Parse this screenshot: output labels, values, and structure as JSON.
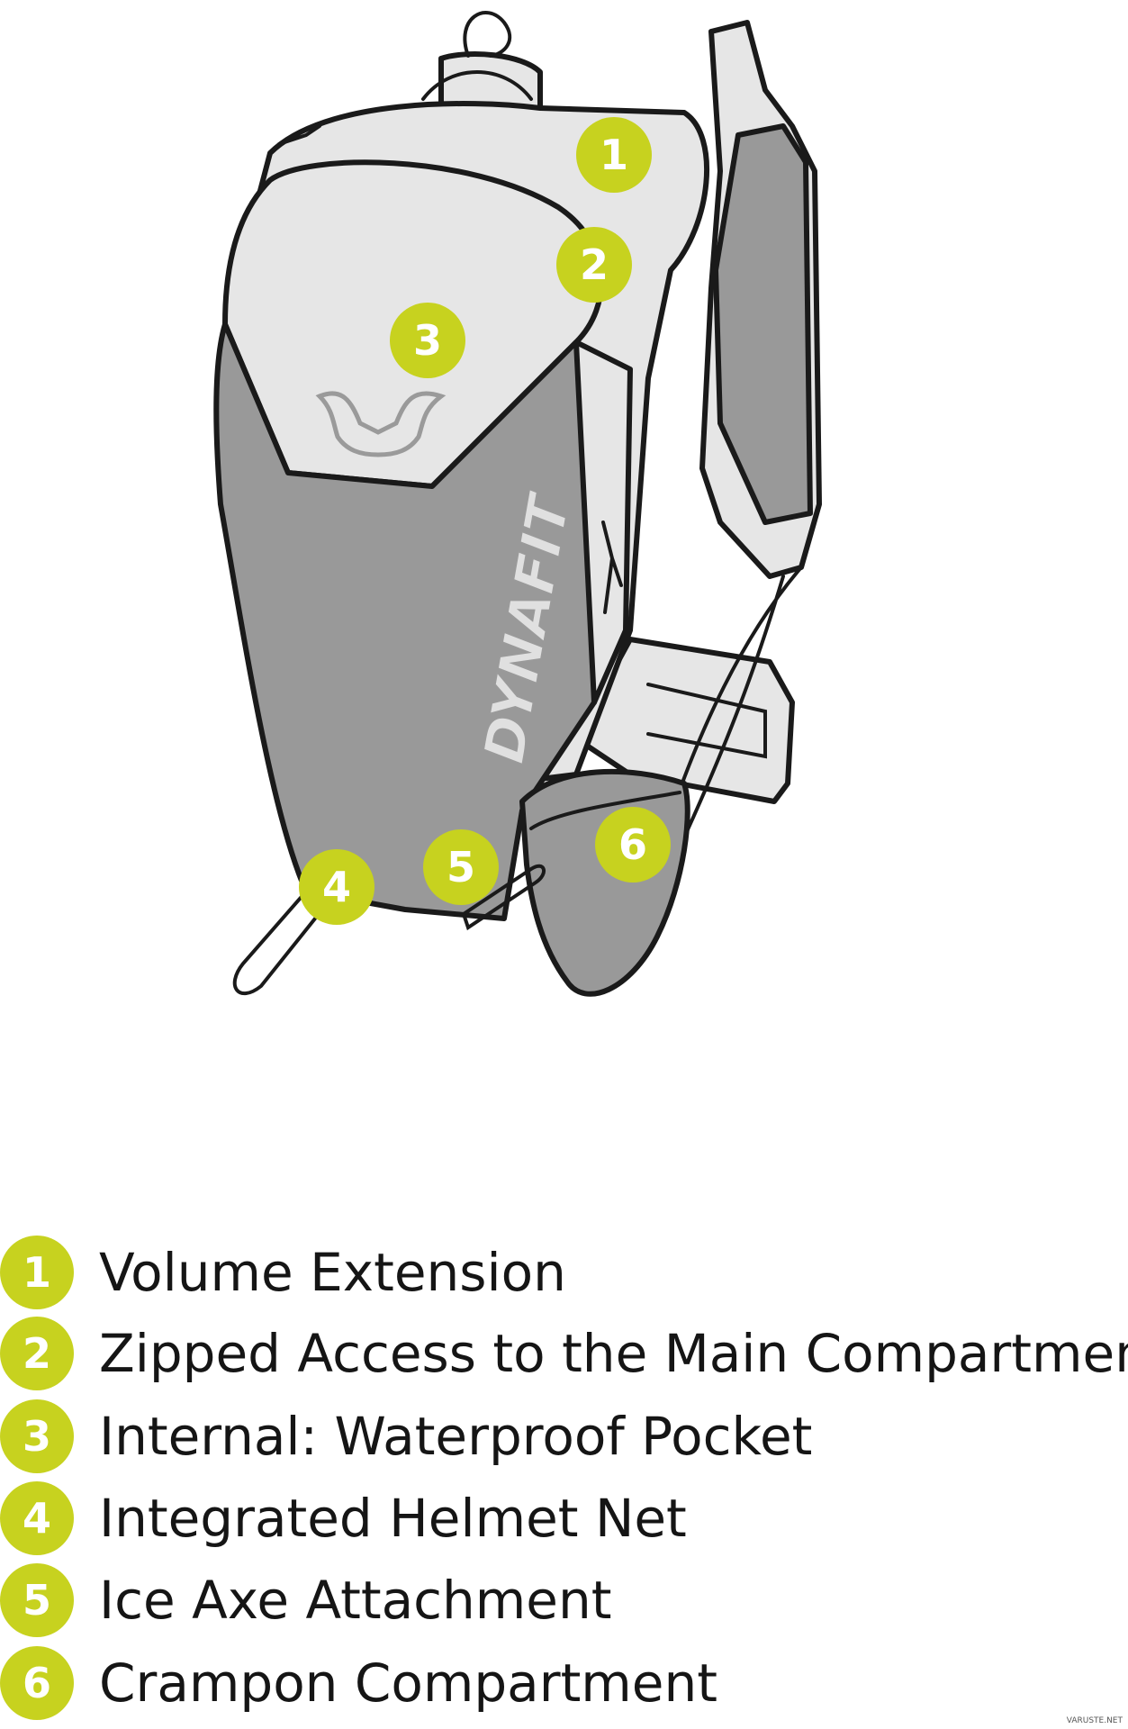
{
  "colors": {
    "marker": "#c7d21f",
    "pack_light": "#e6e6e6",
    "pack_dark": "#999999",
    "outline": "#1a1a1a",
    "logo_text": "#e0e0e0"
  },
  "illustration": {
    "logo_text": "DYNAFIT",
    "markers": [
      "1",
      "2",
      "3",
      "4",
      "5",
      "6"
    ]
  },
  "legend": [
    {
      "number": "1",
      "label": "Volume Extension"
    },
    {
      "number": "2",
      "label": "Zipped Access to the Main Compartment"
    },
    {
      "number": "3",
      "label": "Internal: Waterproof Pocket"
    },
    {
      "number": "4",
      "label": "Integrated Helmet Net"
    },
    {
      "number": "5",
      "label": "Ice Axe Attachment"
    },
    {
      "number": "6",
      "label": "Crampon Compartment"
    }
  ],
  "watermark": "VARUSTE.NET"
}
